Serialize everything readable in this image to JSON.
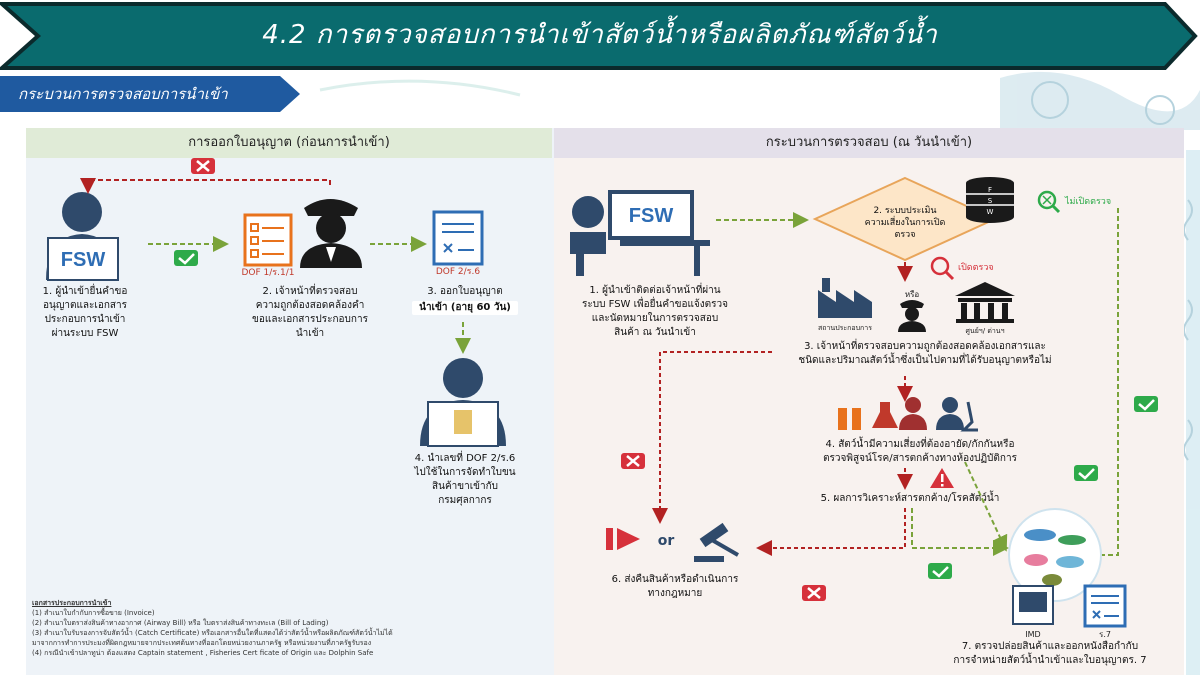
{
  "title": "4.2 การตรวจสอบการนำเข้าสัตว์น้ำหรือผลิตภัณฑ์สัตว์น้ำ",
  "subtitle": "กระบวนการตรวจสอบการนำเข้า",
  "left_header": "การออกใบอนุญาต (ก่อนการนำเข้า)",
  "right_header": "กระบวนการตรวจสอบ (ณ วันนำเข้า)",
  "fsw_logo": "FSW",
  "steps": {
    "s1": "1. ผู้นำเข้ายื่นคำขอ\nอนุญาตและเอกสาร\nประกอบการนำเข้า\nผ่านระบบ FSW",
    "s2": "2. เจ้าหน้าที่ตรวจสอบ\nความถูกต้องสอดคล้องคำ\nขอและเอกสารประกอบการ\nนำเข้า",
    "s3": "3. ออกใบอนุญาต",
    "s3_sub": "นำเข้า (อายุ 60 วัน)",
    "s4": "4. นำเลขที่ DOF 2/ร.6\nไปใช้ในการจัดทำใบขน\nสินค้าขาเข้ากับ\nกรมศุลกากร",
    "r1": "1. ผู้นำเข้าติดต่อเจ้าหน้าที่ผ่าน\nระบบ FSW เพื่อยื่นคำขอแจ้งตรวจ\nและนัดหมายในการตรวจสอบ\nสินค้า ณ วันนำเข้า",
    "r2": "2. ระบบประเมิน\nความเสี่ยงในการเปิด\nตรวจ",
    "r3": "3. เจ้าหน้าที่ตรวจสอบความถูกต้องสอดคล้องเอกสารและ\nชนิดและปริมาณสัตว์น้ำซึ่งเป็นไปตามที่ได้รับอนุญาตหรือไม่",
    "r4": "4. สัตว์น้ำมีความเสี่ยงที่ต้องอายัด/กักกันหรือ\nตรวจพิสูจน์โรค/สารตกค้างทางห้องปฏิบัติการ",
    "r5": "5. ผลการวิเคราะห์สารตกค้าง/โรคสัตว์น้ำ",
    "r6": "6. ส่งคืนสินค้าหรือดำเนินการ\nทางกฎหมาย",
    "r7": "7. ตรวจปล่อยสินค้าและออกหนังสือกำกับ\nการจำหน่ายสัตว์น้ำนำเข้าและใบอนุญาตร. 7"
  },
  "labels": {
    "dof1": "DOF 1/ร.1/1",
    "dof2": "DOF 2/ร.6",
    "no_inspect": "ไม่เปิดตรวจ",
    "inspect": "เปิดตรวจ",
    "or_thai": "หรือ",
    "place": "สถานประกอบการ",
    "center": "ศูนย์ฯ/ ด่านฯ",
    "or_en": "or",
    "imd": "IMD",
    "r7": "ร.7",
    "db_letters": [
      "F",
      "S",
      "W"
    ]
  },
  "docs": {
    "title": "เอกสารประกอบการนำเข้า",
    "items": [
      "(1) สำเนาใบกำกับการซื้อขาย (Invoice)",
      "(2) สำเนาใบตราส่งสินค้าทางอากาศ (Airway Bill) หรือ ใบตราส่งสินค้าทางทะเล (Bill of Lading)",
      "(3) สำเนาใบรับรองการจับสัตว์น้ำ (Catch Certificate) หรือเอกสารอื่นใดที่แสดงได้ว่าสัตว์น้ำหรือผลิตภัณฑ์สัตว์น้ำไม่ได้",
      "มาจากการทำการประมงที่ผิดกฎหมายจากประเทศต้นทางที่ออกโดยหน่วยงานภาครัฐ หรือหน่วยงานที่ภาครัฐรับรอง",
      "(4) กรณีนำเข้าปลาทูน่า ต้องแสดง Captain statement , Fisheries Cert ficate of Origin และ Dolphin Safe"
    ]
  },
  "colors": {
    "banner": "#0a6b6e",
    "banner_border": "#0b3d3f",
    "subtitle_bg": "#1f5aa0",
    "person": "#2f4a6b",
    "fsw_blue": "#2e6db4",
    "accent_orange": "#e8721c",
    "green_flow": "#7aa33a",
    "red_flow": "#b22222",
    "check_green": "#2eaa4a",
    "x_red": "#d6313b"
  }
}
